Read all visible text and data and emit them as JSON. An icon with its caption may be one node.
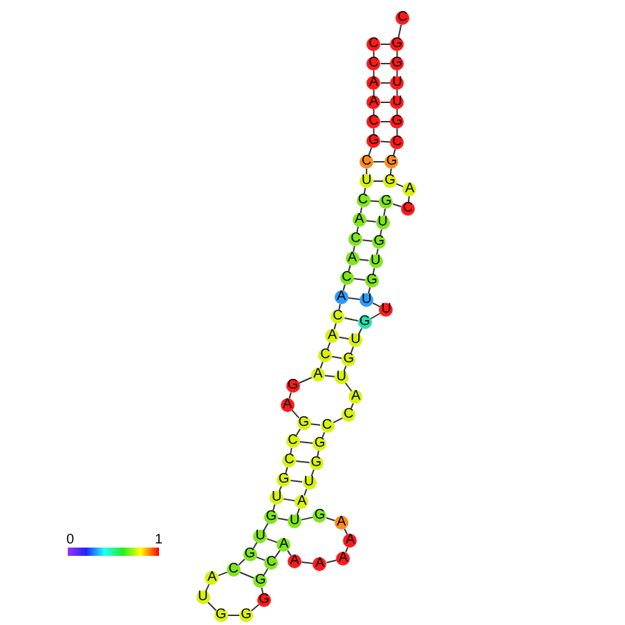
{
  "diagram": {
    "nodes": [
      {
        "text": [
          "C"
        ]
      },
      {
        "text": [
          "C"
        ]
      },
      {
        "text": [
          "A"
        ]
      },
      {
        "text": [
          "A"
        ]
      },
      {
        "text": [
          "C"
        ]
      },
      {
        "text": [
          "G"
        ]
      },
      {
        "text": [
          "C"
        ]
      },
      {
        "text": [
          "U"
        ]
      },
      {
        "text": [
          "C"
        ]
      },
      {
        "text": [
          "A"
        ]
      },
      {
        "text": [
          "C"
        ]
      },
      {
        "text": [
          "A"
        ]
      },
      {
        "text": [
          "C"
        ]
      },
      {
        "text": [
          "A"
        ]
      },
      {
        "text": [
          "C"
        ]
      },
      {
        "text": [
          "A"
        ]
      },
      {
        "text": [
          "C"
        ]
      },
      {
        "text": [
          "A"
        ]
      },
      {
        "text": [
          "G"
        ]
      },
      {
        "text": [
          "A"
        ]
      },
      {
        "text": [
          "G"
        ]
      },
      {
        "text": [
          "C"
        ]
      },
      {
        "text": [
          "C"
        ]
      },
      {
        "text": [
          "G"
        ]
      },
      {
        "text": [
          "U"
        ]
      },
      {
        "text": [
          "G"
        ]
      },
      {
        "text": [
          "U"
        ]
      },
      {
        "text": [
          "G"
        ]
      },
      {
        "text": [
          "C"
        ]
      },
      {
        "text": [
          "A"
        ]
      },
      {
        "text": [
          "U"
        ]
      },
      {
        "text": [
          "G"
        ]
      },
      {
        "text": [
          "G"
        ]
      },
      {
        "text": [
          "G"
        ]
      },
      {
        "text": [
          "G"
        ]
      },
      {
        "text": [
          "C"
        ]
      },
      {
        "text": [
          "A"
        ]
      },
      {
        "text": [
          "A"
        ]
      },
      {
        "text": [
          "A"
        ]
      },
      {
        "text": [
          "A"
        ]
      },
      {
        "text": [
          "A"
        ]
      },
      {
        "text": [
          "A"
        ]
      },
      {
        "text": [
          "G"
        ]
      },
      {
        "text": [
          "U"
        ]
      },
      {
        "text": [
          "A"
        ]
      },
      {
        "text": [
          "U"
        ]
      },
      {
        "text": [
          "G"
        ]
      },
      {
        "text": [
          "G"
        ]
      },
      {
        "text": [
          "C"
        ]
      },
      {
        "text": [
          "C"
        ]
      },
      {
        "text": [
          "A"
        ]
      },
      {
        "text": [
          "U"
        ]
      },
      {
        "text": [
          "G"
        ]
      },
      {
        "text": [
          "U"
        ]
      },
      {
        "text": [
          "G"
        ]
      },
      {
        "text": [
          "U"
        ]
      },
      {
        "text": [
          "U"
        ]
      },
      {
        "text": [
          "G"
        ]
      },
      {
        "text": [
          "U"
        ]
      },
      {
        "text": [
          "G"
        ]
      },
      {
        "text": [
          "U"
        ]
      },
      {
        "text": [
          "G"
        ]
      },
      {
        "text": [
          "C"
        ]
      },
      {
        "text": [
          "A"
        ]
      },
      {
        "text": [
          "G"
        ]
      },
      {
        "text": [
          "G"
        ]
      },
      {
        "text": [
          "C"
        ]
      },
      {
        "text": [
          "G"
        ]
      },
      {
        "text": [
          "U"
        ]
      },
      {
        "text": [
          "U"
        ]
      },
      {
        "text": [
          "G"
        ]
      },
      {
        "text": [
          "G"
        ]
      },
      {
        "text": [
          "C"
        ]
      }
    ],
    "edges": [
      {
        "from": 0,
        "to": 1,
        "arrow": "none"
      },
      {
        "from": 1,
        "to": 2,
        "arrow": "none"
      },
      {
        "from": 2,
        "to": 3,
        "arrow": "none"
      },
      {
        "from": 3,
        "to": 4,
        "arrow": "none"
      },
      {
        "from": 4,
        "to": 5,
        "arrow": "none"
      },
      {
        "from": 5,
        "to": 6,
        "arrow": "none"
      },
      {
        "from": 6,
        "to": 7,
        "arrow": "none"
      },
      {
        "from": 7,
        "to": 8,
        "arrow": "none"
      },
      {
        "from": 8,
        "to": 9,
        "arrow": "none"
      },
      {
        "from": 9,
        "to": 10,
        "arrow": "none"
      },
      {
        "from": 10,
        "to": 11,
        "arrow": "none"
      },
      {
        "from": 11,
        "to": 12,
        "arrow": "none"
      },
      {
        "from": 12,
        "to": 13,
        "arrow": "none"
      },
      {
        "from": 13,
        "to": 14,
        "arrow": "none"
      },
      {
        "from": 14,
        "to": 15,
        "arrow": "none"
      },
      {
        "from": 15,
        "to": 16,
        "arrow": "none"
      },
      {
        "from": 16,
        "to": 17,
        "arrow": "none"
      },
      {
        "from": 17,
        "to": 18,
        "arrow": "none"
      },
      {
        "from": 18,
        "to": 19,
        "arrow": "none"
      },
      {
        "from": 19,
        "to": 20,
        "arrow": "none"
      },
      {
        "from": 20,
        "to": 21,
        "arrow": "none"
      },
      {
        "from": 21,
        "to": 22,
        "arrow": "none"
      },
      {
        "from": 22,
        "to": 23,
        "arrow": "none"
      },
      {
        "from": 23,
        "to": 24,
        "arrow": "none"
      },
      {
        "from": 24,
        "to": 25,
        "arrow": "none"
      },
      {
        "from": 25,
        "to": 26,
        "arrow": "none"
      },
      {
        "from": 26,
        "to": 27,
        "arrow": "none"
      },
      {
        "from": 27,
        "to": 28,
        "arrow": "none"
      },
      {
        "from": 28,
        "to": 29,
        "arrow": "none"
      },
      {
        "from": 29,
        "to": 30,
        "arrow": "none"
      },
      {
        "from": 30,
        "to": 31,
        "arrow": "none"
      },
      {
        "from": 31,
        "to": 32,
        "arrow": "none"
      },
      {
        "from": 32,
        "to": 33,
        "arrow": "none"
      },
      {
        "from": 33,
        "to": 34,
        "arrow": "none"
      },
      {
        "from": 34,
        "to": 35,
        "arrow": "none"
      },
      {
        "from": 35,
        "to": 36,
        "arrow": "none"
      },
      {
        "from": 36,
        "to": 37,
        "arrow": "none"
      },
      {
        "from": 37,
        "to": 38,
        "arrow": "none"
      },
      {
        "from": 38,
        "to": 39,
        "arrow": "none"
      },
      {
        "from": 39,
        "to": 40,
        "arrow": "none"
      },
      {
        "from": 40,
        "to": 41,
        "arrow": "none"
      },
      {
        "from": 41,
        "to": 42,
        "arrow": "none"
      },
      {
        "from": 42,
        "to": 43,
        "arrow": "none"
      },
      {
        "from": 43,
        "to": 44,
        "arrow": "none"
      },
      {
        "from": 44,
        "to": 45,
        "arrow": "none"
      },
      {
        "from": 45,
        "to": 46,
        "arrow": "none"
      },
      {
        "from": 46,
        "to": 47,
        "arrow": "none"
      },
      {
        "from": 47,
        "to": 48,
        "arrow": "none"
      },
      {
        "from": 48,
        "to": 49,
        "arrow": "none"
      },
      {
        "from": 49,
        "to": 50,
        "arrow": "none"
      },
      {
        "from": 50,
        "to": 51,
        "arrow": "none"
      },
      {
        "from": 51,
        "to": 52,
        "arrow": "none"
      },
      {
        "from": 52,
        "to": 53,
        "arrow": "none"
      },
      {
        "from": 53,
        "to": 54,
        "arrow": "none"
      },
      {
        "from": 54,
        "to": 55,
        "arrow": "none"
      },
      {
        "from": 55,
        "to": 56,
        "arrow": "none"
      },
      {
        "from": 56,
        "to": 57,
        "arrow": "none"
      },
      {
        "from": 57,
        "to": 58,
        "arrow": "none"
      },
      {
        "from": 58,
        "to": 59,
        "arrow": "none"
      },
      {
        "from": 59,
        "to": 60,
        "arrow": "none"
      },
      {
        "from": 60,
        "to": 61,
        "arrow": "none"
      },
      {
        "from": 61,
        "to": 62,
        "arrow": "none"
      },
      {
        "from": 62,
        "to": 63,
        "arrow": "none"
      },
      {
        "from": 63,
        "to": 64,
        "arrow": "none"
      },
      {
        "from": 64,
        "to": 65,
        "arrow": "none"
      },
      {
        "from": 65,
        "to": 66,
        "arrow": "none"
      },
      {
        "from": 66,
        "to": 67,
        "arrow": "none"
      },
      {
        "from": 67,
        "to": 68,
        "arrow": "none"
      },
      {
        "from": 68,
        "to": 69,
        "arrow": "none"
      },
      {
        "from": 69,
        "to": 70,
        "arrow": "none"
      },
      {
        "from": 70,
        "to": 71,
        "arrow": "none"
      },
      {
        "from": 71,
        "to": 72,
        "arrow": "none"
      },
      {
        "from": 0,
        "to": 71,
        "arrow": "none"
      },
      {
        "from": 1,
        "to": 70,
        "arrow": "none"
      },
      {
        "from": 2,
        "to": 69,
        "arrow": "none"
      },
      {
        "from": 3,
        "to": 68,
        "arrow": "none"
      },
      {
        "from": 4,
        "to": 67,
        "arrow": "none"
      },
      {
        "from": 5,
        "to": 66,
        "arrow": "none"
      },
      {
        "from": 6,
        "to": 65,
        "arrow": "none"
      },
      {
        "from": 7,
        "to": 64,
        "arrow": "none"
      },
      {
        "from": 8,
        "to": 61,
        "arrow": "none"
      },
      {
        "from": 9,
        "to": 60,
        "arrow": "none"
      },
      {
        "from": 10,
        "to": 59,
        "arrow": "none"
      },
      {
        "from": 11,
        "to": 58,
        "arrow": "none"
      },
      {
        "from": 12,
        "to": 57,
        "arrow": "none"
      },
      {
        "from": 13,
        "to": 56,
        "arrow": "none"
      },
      {
        "from": 14,
        "to": 54,
        "arrow": "none"
      },
      {
        "from": 15,
        "to": 53,
        "arrow": "none"
      },
      {
        "from": 16,
        "to": 52,
        "arrow": "none"
      },
      {
        "from": 17,
        "to": 51,
        "arrow": "none"
      },
      {
        "from": 20,
        "to": 48,
        "arrow": "none"
      },
      {
        "from": 21,
        "to": 47,
        "arrow": "none"
      },
      {
        "from": 22,
        "to": 46,
        "arrow": "none"
      },
      {
        "from": 23,
        "to": 45,
        "arrow": "none"
      },
      {
        "from": 24,
        "to": 44,
        "arrow": "none"
      },
      {
        "from": 25,
        "to": 43,
        "arrow": "none"
      },
      {
        "from": 26,
        "to": 36,
        "arrow": "none"
      },
      {
        "from": 27,
        "to": 35,
        "arrow": "none"
      },
      {
        "from": 28,
        "to": 34,
        "arrow": "none"
      }
    ],
    "labels": [
      "0",
      "1"
    ]
  }
}
